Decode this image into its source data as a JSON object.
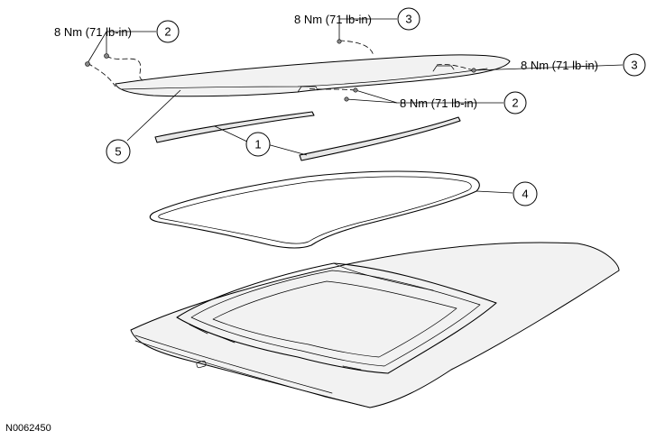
{
  "torque_labels": [
    {
      "text": "8 Nm (71 lb-in)",
      "callout": "2"
    },
    {
      "text": "8 Nm (71 lb-in)",
      "callout": "3"
    },
    {
      "text": "8 Nm (71 lb-in)",
      "callout": "3"
    },
    {
      "text": "8 Nm (71 lb-in)",
      "callout": "2"
    }
  ],
  "callouts": [
    "5",
    "1",
    "4"
  ],
  "figure_id": "N0062450"
}
